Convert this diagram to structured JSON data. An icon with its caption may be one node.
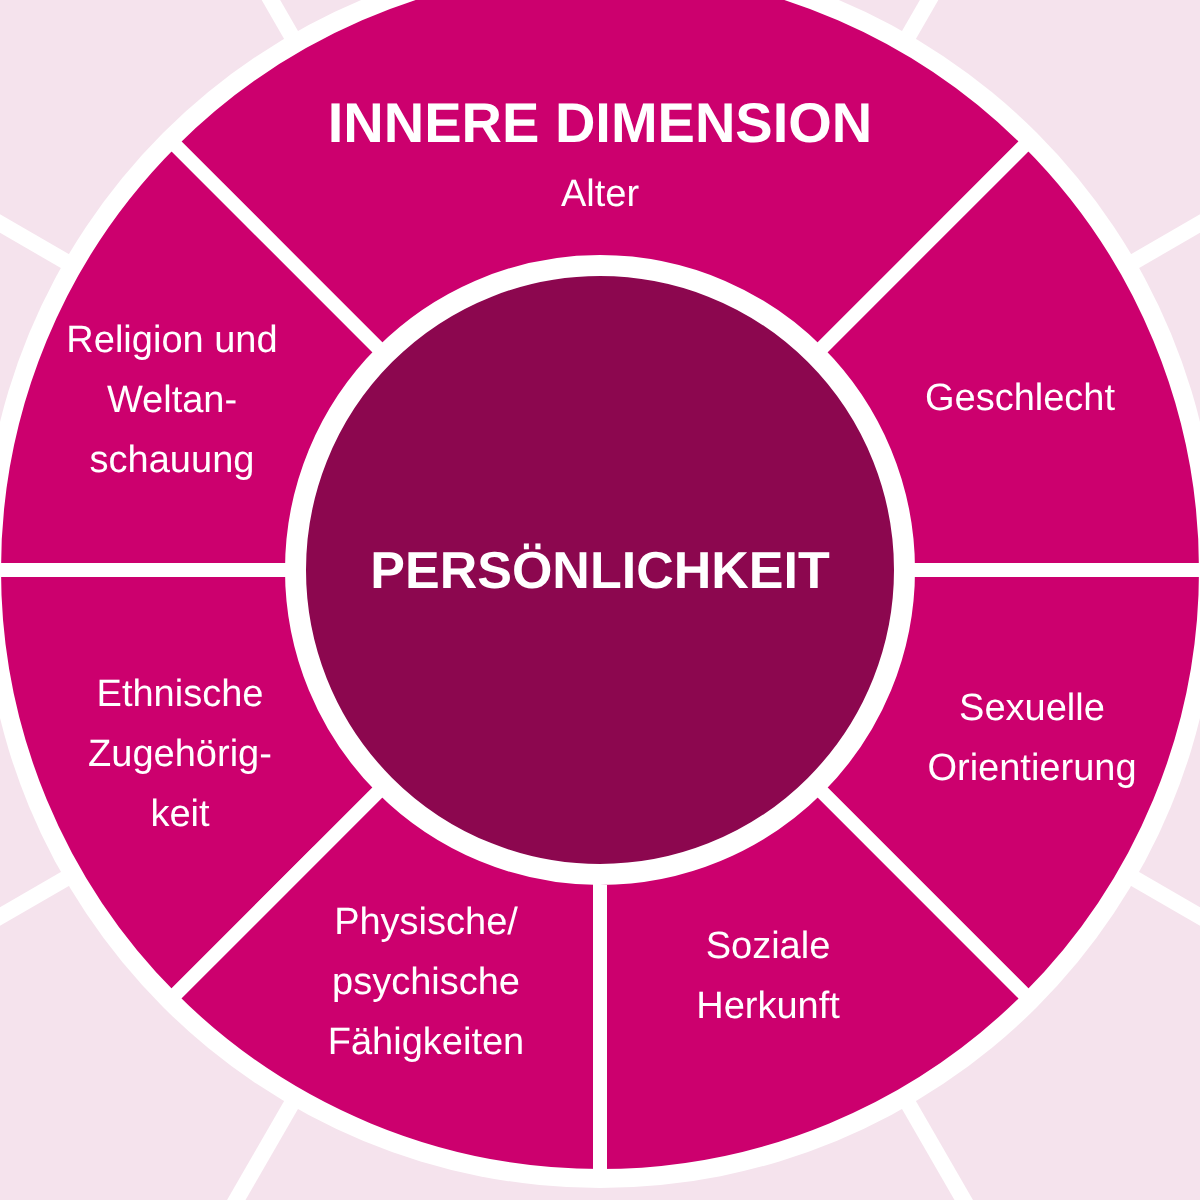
{
  "diagram": {
    "nodes": [
      {
        "text": [
          "INNERE DIMENSION",
          "Alter"
        ]
      },
      {
        "text": [
          "Religion und Weltan-schauung"
        ]
      },
      {
        "text": [
          "Geschlecht"
        ]
      },
      {
        "text": [
          "PERSÖNLICHKEIT"
        ]
      },
      {
        "text": [
          "Ethnische Zugehörig-keit"
        ]
      },
      {
        "text": [
          "Sexuelle Orientierung"
        ]
      },
      {
        "text": [
          "Physische/ psychische Fähigkeiten"
        ]
      },
      {
        "text": [
          "Soziale Herkunft"
        ]
      }
    ]
  }
}
